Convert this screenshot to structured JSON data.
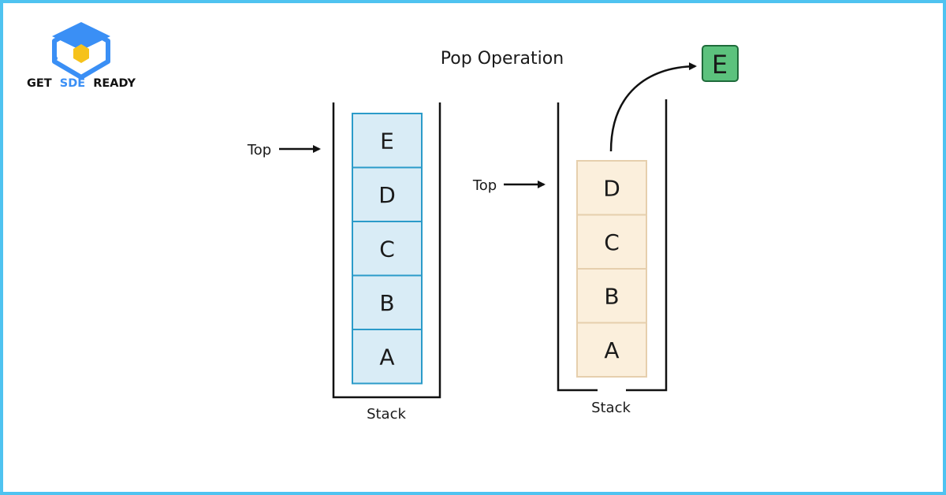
{
  "brand": {
    "word1": "GET",
    "word2": "SDE",
    "word3": "READY",
    "color_dark": "#111111",
    "color_accent": "#3a8ff5",
    "logo_badge_color": "#f6c21b"
  },
  "title": "Pop Operation",
  "stacks": {
    "before": {
      "items": [
        "E",
        "D",
        "C",
        "B",
        "A"
      ],
      "top_label": "Top",
      "label": "Stack",
      "fill": "#d9ecf6",
      "stroke": "#2b9bc9"
    },
    "after": {
      "items": [
        "D",
        "C",
        "B",
        "A"
      ],
      "top_label": "Top",
      "label": "Stack",
      "fill": "#fbefdc",
      "stroke": "#e6cfad"
    }
  },
  "popped": {
    "letter": "E",
    "fill": "#5cc27d",
    "stroke": "#1f6b3a"
  },
  "frame_color": "#4fc3f0"
}
